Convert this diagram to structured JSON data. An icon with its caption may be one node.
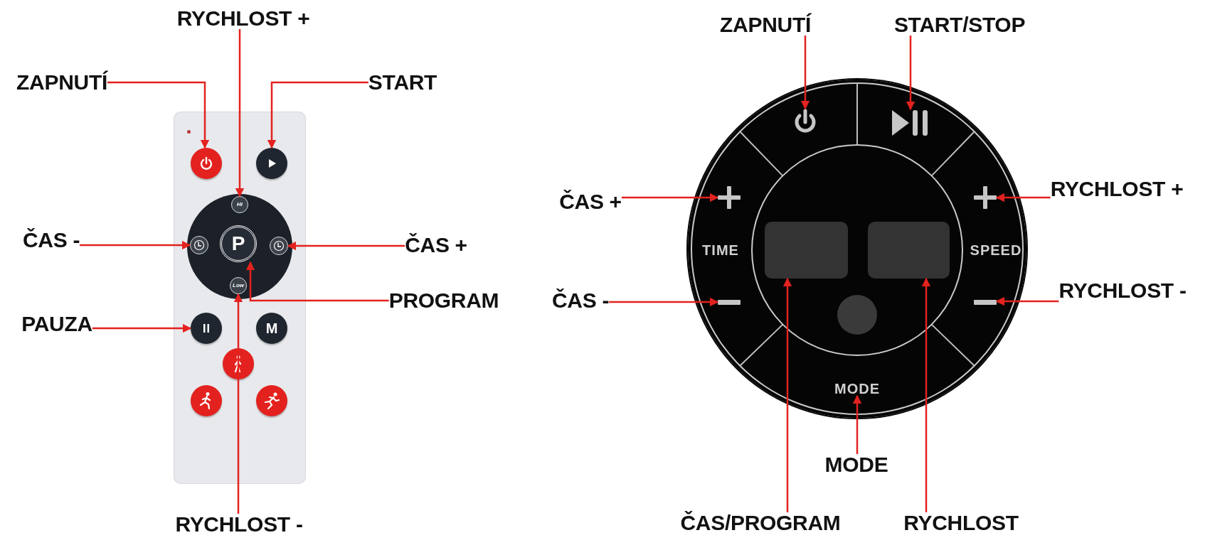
{
  "diagram": {
    "nodes": [
      {
        "text": [
          "ZAPNUTÍ"
        ]
      },
      {
        "text": [
          "RYCHLOST +"
        ]
      },
      {
        "text": [
          "START"
        ]
      },
      {
        "text": [],
        "shape": "box"
      },
      {
        "text": [],
        "shape": "circle",
        "in": 3
      },
      {
        "text": [],
        "shape": "circle",
        "in": 3
      },
      {
        "text": [],
        "shape": "circle",
        "in": 3
      },
      {
        "text": [
          "Hi"
        ],
        "in": 6
      },
      {
        "text": [],
        "shape": "circle",
        "in": 6
      },
      {
        "text": [
          "P"
        ],
        "in": 6
      },
      {
        "text": [],
        "shape": "circle",
        "in": 6
      },
      {
        "text": [
          "Low"
        ],
        "in": 6
      },
      {
        "text": [],
        "shape": "circle",
        "in": 3
      },
      {
        "text": [
          "M"
        ],
        "in": 3
      },
      {
        "text": [],
        "shape": "circle",
        "in": 3
      },
      {
        "text": [],
        "shape": "circle",
        "in": 3
      },
      {
        "text": [],
        "shape": "circle",
        "in": 3
      },
      {
        "text": [
          "ČAS -"
        ]
      },
      {
        "text": [
          "ČAS +"
        ]
      },
      {
        "text": [
          "PROGRAM"
        ]
      },
      {
        "text": [
          "PAUZA"
        ]
      },
      {
        "text": [
          "RYCHLOST -"
        ]
      },
      {
        "text": [
          "ZAPNUTÍ"
        ]
      },
      {
        "text": [
          "START/STOP"
        ]
      },
      {
        "text": [],
        "shape": "circle"
      },
      {
        "text": [],
        "shape": "picture",
        "in": 24
      },
      {
        "text": [],
        "shape": "picture",
        "in": 24
      },
      {
        "text": [],
        "shape": "cross",
        "in": 24
      },
      {
        "text": [],
        "shape": "cross",
        "in": 24
      },
      {
        "text": [],
        "shape": "box",
        "in": 24
      },
      {
        "text": [],
        "shape": "box",
        "in": 24
      },
      {
        "text": [],
        "shape": "bar",
        "in": 24
      },
      {
        "text": [],
        "shape": "bar",
        "in": 24
      },
      {
        "text": [
          "MODE"
        ],
        "in": 24
      },
      {
        "text": [
          "ČAS +"
        ]
      },
      {
        "text": [
          "RYCHLOST +"
        ]
      },
      {
        "text": [
          "ČAS -"
        ]
      },
      {
        "text": [
          "RYCHLOST -"
        ]
      },
      {
        "text": [
          "MODE"
        ]
      },
      {
        "text": [
          "ČAS/PROGRAM"
        ]
      },
      {
        "text": [
          "RYCHLOST"
        ]
      }
    ],
    "edges": [
      {
        "from": 0,
        "to": 4,
        "arrow": "to"
      },
      {
        "from": 1,
        "to": 7,
        "arrow": "to"
      },
      {
        "from": 2,
        "to": 5,
        "arrow": "to"
      },
      {
        "from": 17,
        "to": 8,
        "arrow": "to"
      },
      {
        "from": 18,
        "to": 10,
        "arrow": "to"
      },
      {
        "from": 19,
        "to": 9,
        "arrow": "to"
      },
      {
        "from": 20,
        "to": 12,
        "arrow": "to"
      },
      {
        "from": 21,
        "to": 11,
        "arrow": "to"
      },
      {
        "from": 22,
        "to": 25,
        "arrow": "to"
      },
      {
        "from": 23,
        "to": 26,
        "arrow": "to"
      },
      {
        "from": 34,
        "to": 27,
        "arrow": "to"
      },
      {
        "from": 35,
        "to": 28,
        "arrow": "to"
      },
      {
        "from": 36,
        "to": 31,
        "arrow": "to"
      },
      {
        "from": 37,
        "to": 32,
        "arrow": "to"
      },
      {
        "from": 38,
        "to": 33,
        "arrow": "to"
      },
      {
        "from": 39,
        "to": 29,
        "arrow": "to"
      },
      {
        "from": 40,
        "to": 30,
        "arrow": "to"
      }
    ],
    "labels": [
      "TIME",
      "SPEED"
    ]
  }
}
